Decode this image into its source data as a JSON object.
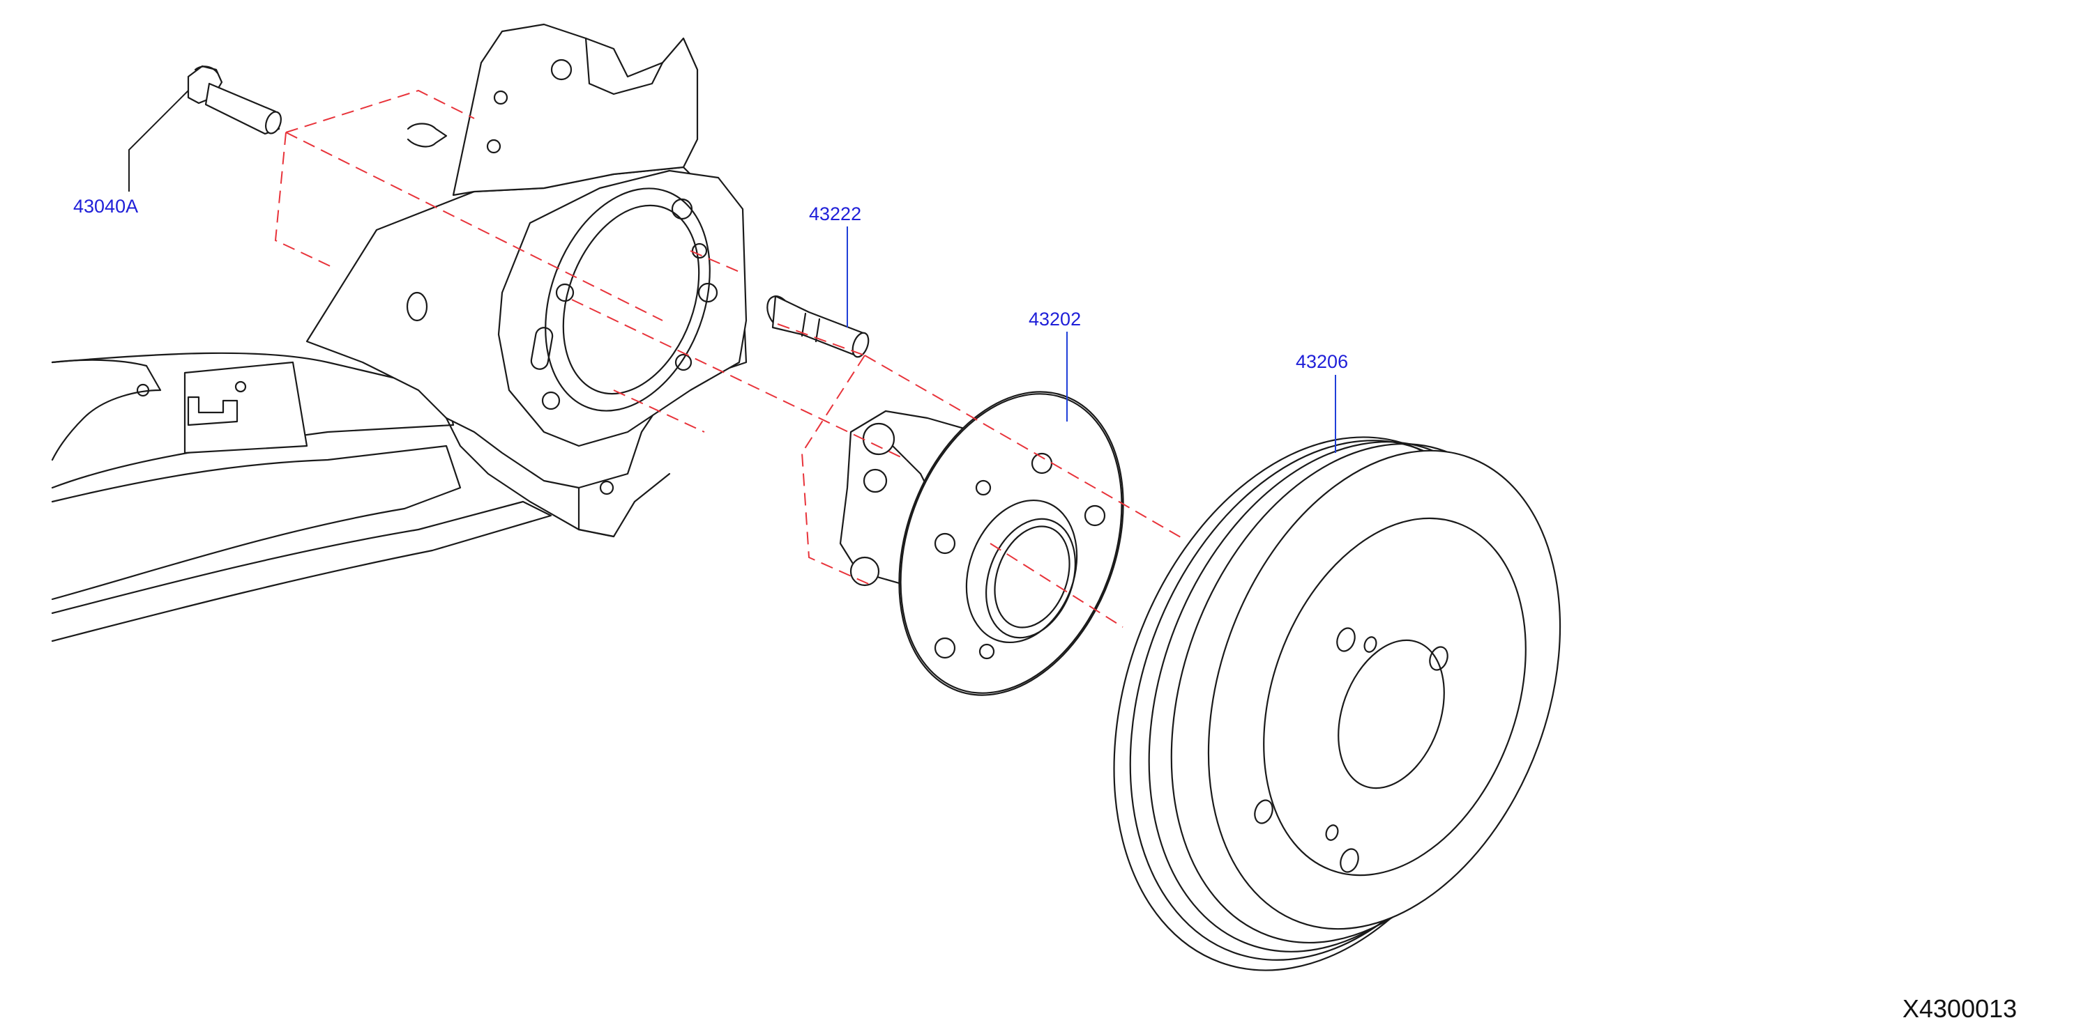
{
  "callouts": {
    "bolt": "43040A",
    "stud": "43222",
    "hub": "43202",
    "drum": "43206"
  },
  "diagram_id": "X4300013",
  "colors": {
    "callout_text": "#1f1fd8",
    "dashed_line": "#e8333a",
    "line_art": "#1a1a1a"
  }
}
